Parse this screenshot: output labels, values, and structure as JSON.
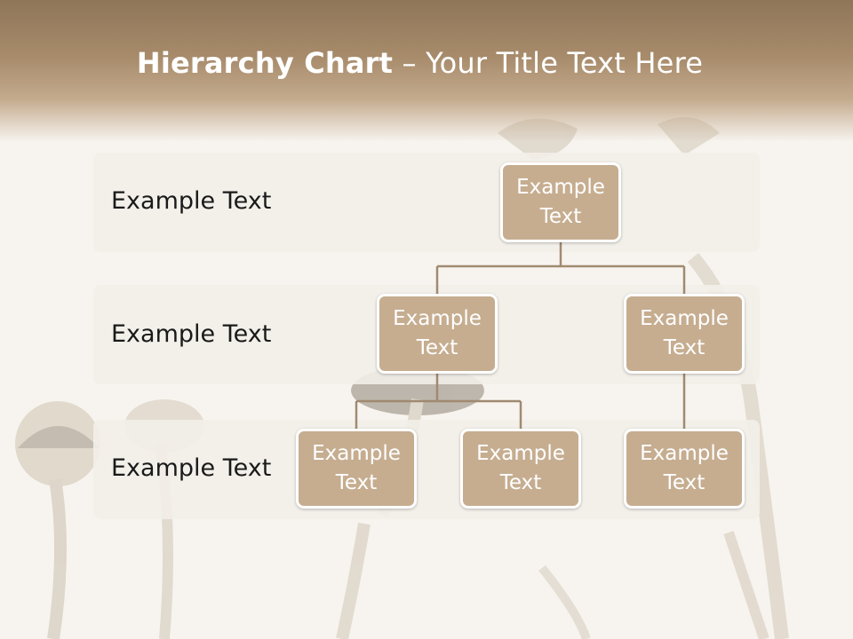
{
  "slide": {
    "title_bold": "Hierarchy Chart",
    "title_rest": " – Your Title Text Here"
  },
  "levels": [
    {
      "label": "Example Text"
    },
    {
      "label": "Example Text"
    },
    {
      "label": "Example Text"
    }
  ],
  "nodes": [
    {
      "label": "Example Text"
    },
    {
      "label": "Example Text"
    },
    {
      "label": "Example Text"
    },
    {
      "label": "Example Text"
    },
    {
      "label": "Example Text"
    },
    {
      "label": "Example Text"
    }
  ],
  "colors": {
    "node_fill": "#c6ad90",
    "connector": "#a08a70",
    "header": "#8f7658"
  }
}
